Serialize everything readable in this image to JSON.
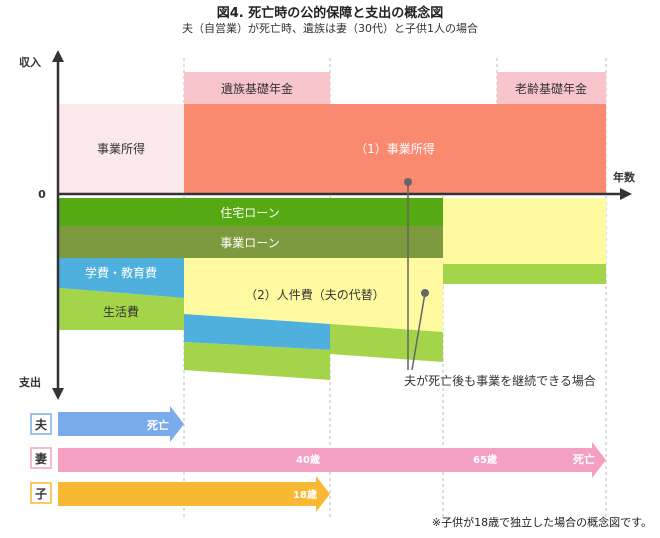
{
  "title": "図4. 死亡時の公的保障と支出の概念図",
  "subtitle": "夫（自営業）が死亡時、遺族は妻（30代）と子供1人の場合",
  "axes": {
    "income_label": "収入",
    "expense_label": "支出",
    "zero_label": "0",
    "year_label": "年数"
  },
  "income": {
    "survivor_pension": "遺族基礎年金",
    "old_age_pension": "老齢基礎年金",
    "business_income": "事業所得",
    "business_income_continued": "（1）事業所得"
  },
  "expenses": {
    "housing_loan": "住宅ローン",
    "business_loan": "事業ローン",
    "education": "学費・教育費",
    "living": "生活費",
    "labor_cost": "（2）人件費（夫の代替）"
  },
  "callout": "夫が死亡後も事業を継続できる場合",
  "timeline": {
    "husband_label": "夫",
    "husband_event": "死亡",
    "wife_label": "妻",
    "wife_40": "40歳",
    "wife_65": "65歳",
    "wife_event": "死亡",
    "child_label": "子",
    "child_18": "18歳"
  },
  "colors": {
    "pink_light": "#fbe8ea",
    "pink_box": "#f9c5cc",
    "salmon": "#f98a70",
    "green_dark": "#55aa14",
    "olive": "#7d9a3e",
    "blue": "#4fb0dd",
    "lime": "#a4d44a",
    "yellow": "#fffaa0",
    "arrow_blue": "#7aabea",
    "arrow_pink": "#f4a0c3",
    "arrow_orange": "#f9b833"
  },
  "footnote": "※子供が18歳で独立した場合の概念図です。"
}
